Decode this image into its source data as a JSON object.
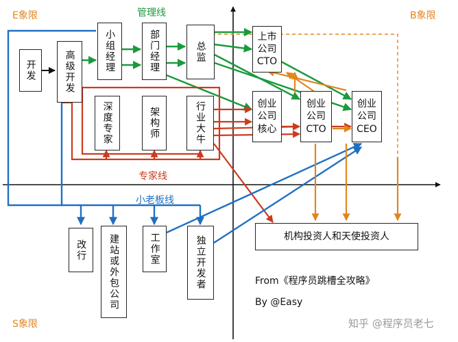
{
  "quadrants": {
    "e": "E象限",
    "b": "B象限",
    "s": "S象限"
  },
  "line_labels": {
    "management": "管理线",
    "expert": "专家线",
    "small_boss": "小老板线"
  },
  "nodes": {
    "kaifa": "开发",
    "senior_dev": "高级开发",
    "team_manager": "小组经理",
    "dept_manager": "部门经理",
    "director": "总监",
    "listed_cto": "上市公司CTO",
    "deep_expert": "深度专家",
    "architect": "架构师",
    "industry_leader": "行业大牛",
    "startup_core": "创业公司核心",
    "startup_cto": "创业公司CTO",
    "startup_ceo": "创业公司CEO",
    "gaihang": "改行",
    "website_outsource": "建站或外包公司",
    "studio": "工作室",
    "indie_dev": "独立开发者",
    "investors": "机构投资人和天使投资人"
  },
  "credits": {
    "from": "From《程序员跳槽全攻略》",
    "by": "By @Easy"
  },
  "watermark": "知乎 @程序员老七",
  "colors": {
    "management": "#1a9a3c",
    "expert": "#cc3a1e",
    "small_boss": "#1f6fc2",
    "b_quadrant": "#e0861e",
    "axes": "#111111"
  }
}
